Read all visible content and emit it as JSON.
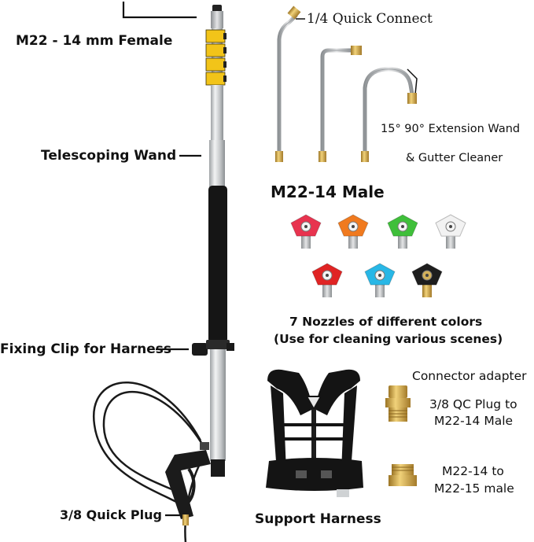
{
  "labels": {
    "female_connector": "M22 - 14 mm Female",
    "quick_connect": "1/4 Quick Connect",
    "telescoping_wand": "Telescoping Wand",
    "extension_wand_line1": "15° 90° Extension Wand",
    "extension_wand_line2": "& Gutter Cleaner",
    "male_connector": "M22-14 Male",
    "nozzles_line1": "7 Nozzles of different colors",
    "nozzles_line2": "(Use for cleaning various scenes)",
    "fixing_clip": "Fixing Clip for Harness",
    "connector_adapter": "Connector adapter",
    "adapter1_line1": "3/8 QC Plug to",
    "adapter1_line2": "M22-14 Male",
    "adapter2_line1": "M22-14 to",
    "adapter2_line2": "M22-15 male",
    "quick_plug": "3/8 Quick Plug",
    "support_harness": "Support Harness"
  },
  "nozzles": [
    {
      "color": "red",
      "hex": "#e8334f"
    },
    {
      "color": "orange",
      "hex": "#f07a1f"
    },
    {
      "color": "green",
      "hex": "#3fbf3a"
    },
    {
      "color": "white",
      "hex": "#f2f2f2"
    },
    {
      "color": "red",
      "hex": "#e02424"
    },
    {
      "color": "blue",
      "hex": "#28b7e6"
    },
    {
      "color": "black",
      "hex": "#1e1e1e"
    }
  ],
  "colors": {
    "wand_silver": "#c9ccce",
    "grip_black": "#151515",
    "clamp_yellow": "#f2c419",
    "brass": "#c9a040",
    "text": "#111111"
  }
}
